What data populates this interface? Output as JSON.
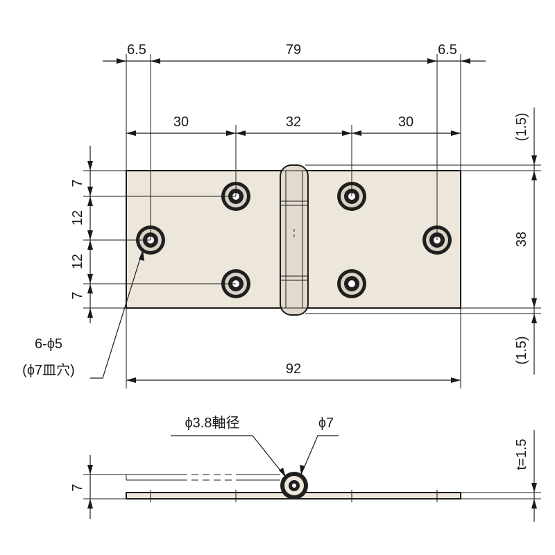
{
  "colors": {
    "plate_fill": "#ede6da",
    "outline": "#1a1a1a",
    "hole": "#1f1f1f"
  },
  "dimensions": {
    "top_left_margin": "6.5",
    "top_span": "79",
    "top_right_margin": "6.5",
    "left_pitch": "30",
    "center_pitch": "32",
    "right_pitch": "30",
    "right_offset_top": "(1.5)",
    "right_height": "38",
    "right_offset_bottom": "(1.5)",
    "left_v_7_top": "7",
    "left_v_12_a": "12",
    "left_v_12_b": "12",
    "left_v_7_bottom": "7",
    "overall_width": "92",
    "hole_spec_line1": "6-ϕ5",
    "hole_spec_line2": "(ϕ7皿穴)",
    "pin_diameter": "ϕ3.8軸径",
    "knuckle_diameter": "ϕ7",
    "side_height": "7",
    "thickness": "t=1.5"
  }
}
